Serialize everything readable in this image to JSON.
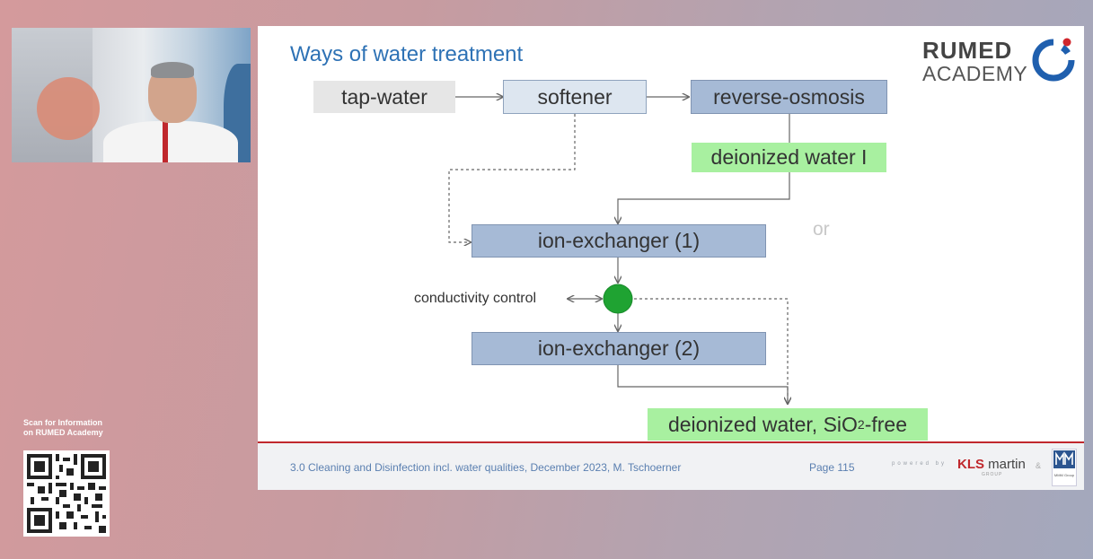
{
  "qr": {
    "caption_line1": "Scan for Information",
    "caption_line2": "on RUMED Academy"
  },
  "slide": {
    "title": "Ways of water treatment",
    "logo": {
      "line1": "RUMED",
      "line2": "ACADEMY"
    },
    "diagram": {
      "nodes": {
        "tap_water": "tap-water",
        "softener": "softener",
        "reverse_osmosis": "reverse-osmosis",
        "deionized_water_1": "deionized water I",
        "ion_exchanger_1": "ion-exchanger (1)",
        "ion_exchanger_2": "ion-exchanger (2)",
        "deionized_sio2_prefix": "deionized water, SiO",
        "deionized_sio2_sub": "2",
        "deionized_sio2_suffix": "-free"
      },
      "labels": {
        "or": "or",
        "conductivity_control": "conductivity control"
      },
      "colors": {
        "control_point": "#1fa332",
        "arrow": "#666666"
      }
    },
    "footer": {
      "course": "3.0 Cleaning and Disinfection incl. water qualities, December 2023, M. Tschoerner",
      "page": "Page 115",
      "powered_by": "powered by",
      "partner1_kls": "KLS",
      "partner1_martin": "martin",
      "partner1_group": "GROUP",
      "ampersand": "&",
      "partner2_group": "MMM Group"
    }
  }
}
